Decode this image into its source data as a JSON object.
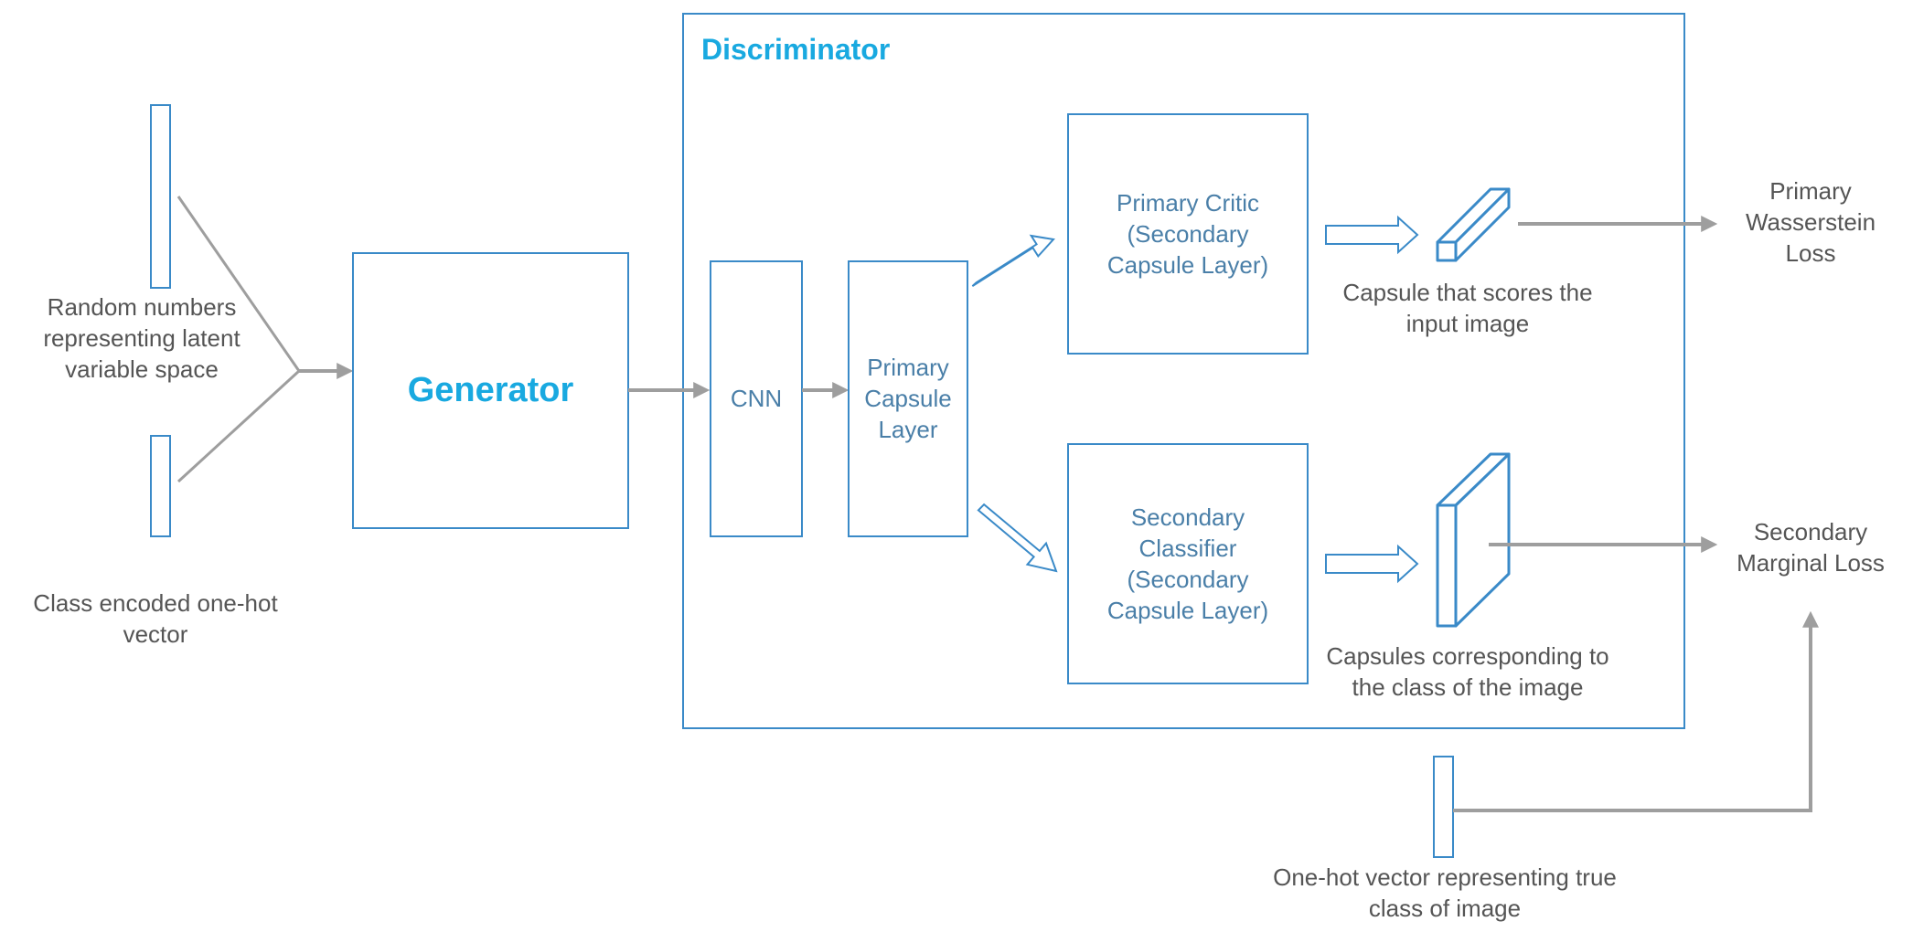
{
  "diagram": {
    "colors": {
      "box_stroke": "#3a8ac8",
      "arrow_gray": "#9e9e9e",
      "accent": "#19a9e0",
      "box_text": "#4a7fa8",
      "plain_text": "#555555"
    },
    "inputs": {
      "latent_label": "Random numbers representing latent variable space",
      "class_label": "Class encoded one-hot vector"
    },
    "generator": {
      "label": "Generator"
    },
    "discriminator": {
      "title": "Discriminator",
      "cnn": "CNN",
      "primary_capsule": "Primary Capsule Layer",
      "critic": "Primary Critic (Secondary Capsule Layer)",
      "classifier": "Secondary Classifier (Secondary Capsule Layer)",
      "critic_capsule_label": "Capsule that scores the input image",
      "class_capsules_label": "Capsules corresponding to the class of the image"
    },
    "outputs": {
      "wasserstein_loss": "Primary Wasserstein Loss",
      "marginal_loss": "Secondary Marginal Loss"
    },
    "true_class_label": "One-hot vector representing true class of image"
  }
}
